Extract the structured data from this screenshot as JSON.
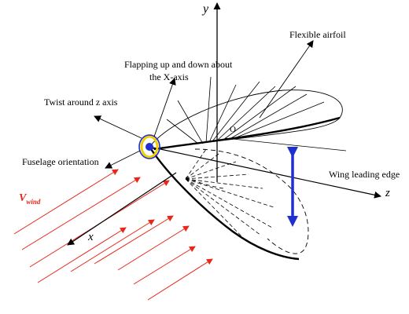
{
  "labels": {
    "y_axis": "y",
    "z_axis": "z",
    "x_axis": "x",
    "origin": "O",
    "flexible_airfoil": "Flexible airfoil",
    "flapping_line1": "Flapping up and down about",
    "flapping_line2": "the X-axis",
    "twist": "Twist around z axis",
    "fuselage": "Fuselage orientation",
    "wing_edge": "Wing leading edge",
    "v_main": "V",
    "v_sub": "wind"
  },
  "colors": {
    "wind": "#e8261a",
    "arrow_blue": "#1f2fd0",
    "hub_yellow": "#f0d000",
    "line": "#000000"
  }
}
